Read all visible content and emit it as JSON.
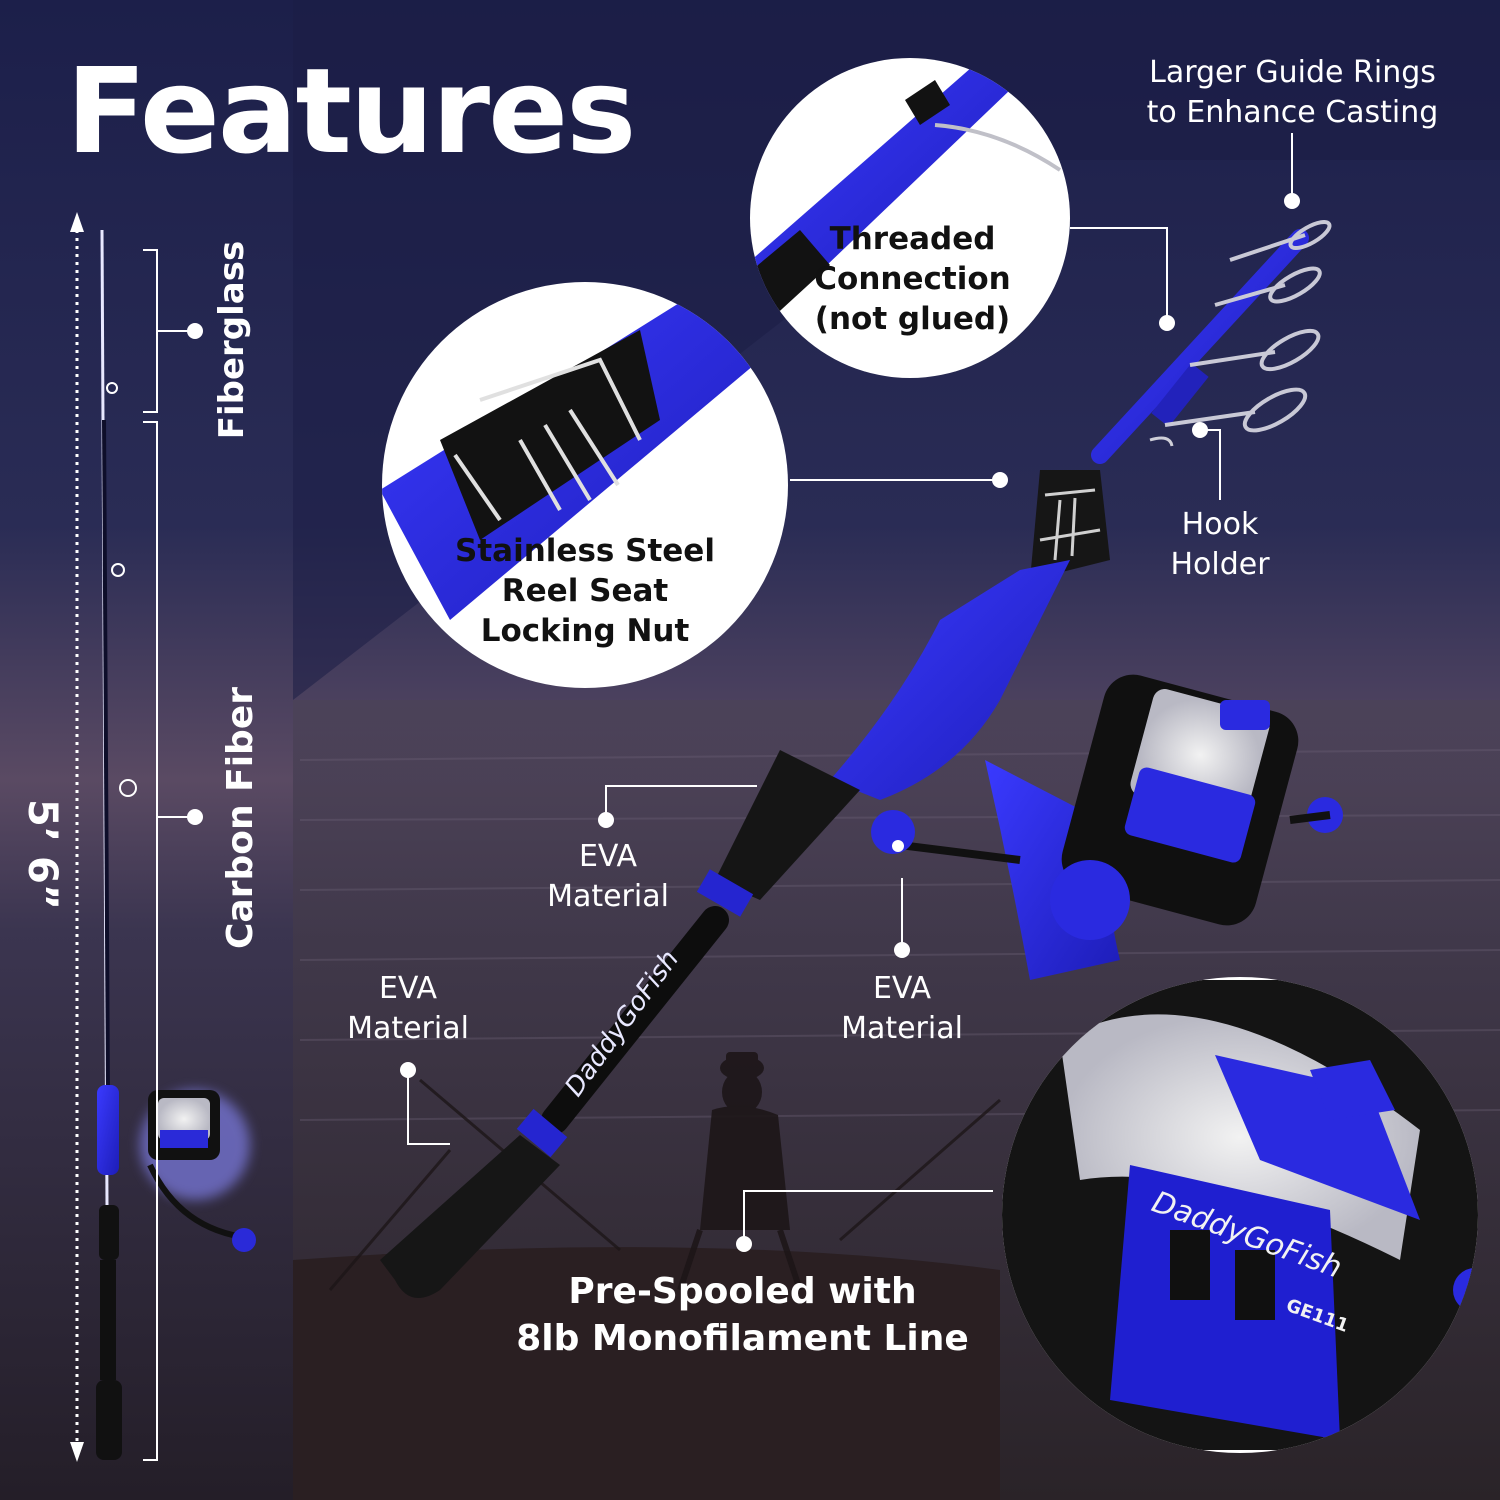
{
  "title": "Features",
  "side_panel": {
    "fiberglass_label": "Fiberglass",
    "carbon_label": "Carbon Fiber",
    "length_label": "5’ 6”"
  },
  "bubbles": {
    "threaded": [
      "Threaded",
      "Connection",
      "(not glued)"
    ],
    "reel_seat": [
      "Stainless Steel",
      "Reel Seat",
      "Locking Nut"
    ]
  },
  "callouts": {
    "guide_rings": [
      "Larger Guide Rings",
      "to Enhance Casting"
    ],
    "hook_holder": [
      "Hook",
      "Holder"
    ],
    "eva_upper": [
      "EVA",
      "Material"
    ],
    "eva_left": [
      "EVA",
      "Material"
    ],
    "eva_right": [
      "EVA",
      "Material"
    ],
    "pre_spooled": [
      "Pre-Spooled with",
      "8lb Monofilament Line"
    ]
  },
  "brand": {
    "rod_brand": "DaddyGoFish",
    "reel_model": "GE111"
  },
  "colors": {
    "panel_blue": "#2a2acf",
    "rod_blue": "#2b2be0",
    "night_sky": "#1a1c44",
    "white": "#ffffff"
  }
}
